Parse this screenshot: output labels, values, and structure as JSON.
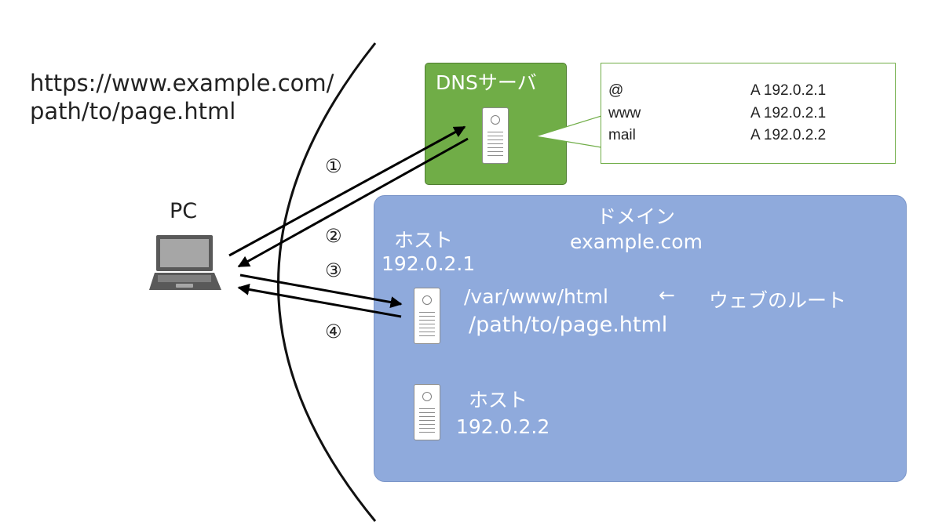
{
  "url": {
    "line1": "https://www.example.com/",
    "line2": "path/to/page.html"
  },
  "pc": {
    "label": "PC",
    "icon": "laptop-icon"
  },
  "steps": [
    "①",
    "②",
    "③",
    "④"
  ],
  "dns_server": {
    "title": "DNSサーバ",
    "icon": "server-icon",
    "color": "#70ad47",
    "records": [
      {
        "name": "@",
        "value": "A 192.0.2.1"
      },
      {
        "name": "www",
        "value": "A 192.0.2.1"
      },
      {
        "name": "mail",
        "value": "A 192.0.2.2"
      }
    ]
  },
  "domain": {
    "title": "ドメイン",
    "name": "example.com",
    "color": "#8faadc",
    "host1": {
      "label": "ホスト",
      "ip": "192.0.2.1",
      "root_path": "/var/www/html",
      "arrow": "←",
      "root_note": "ウェブのルート",
      "file_path": "/path/to/page.html"
    },
    "host2": {
      "label": "ホスト",
      "ip": "192.0.2.2"
    }
  }
}
